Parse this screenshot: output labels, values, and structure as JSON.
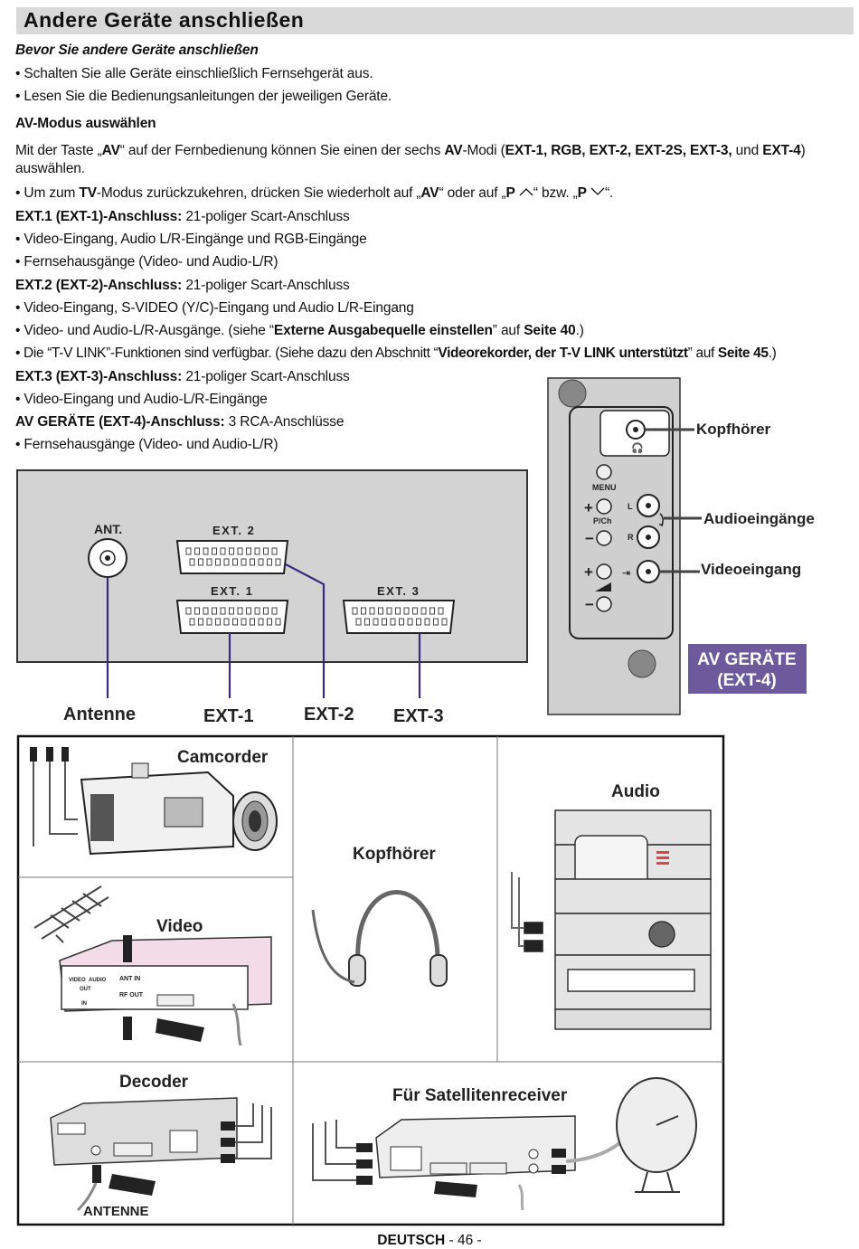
{
  "title": "Andere Geräte anschließen",
  "subtitle": "Bevor Sie andere Geräte anschließen",
  "intro_bullets": [
    "• Schalten Sie alle Geräte einschließlich Fernsehgerät aus.",
    "• Lesen Sie die Bedienungsanleitungen der jeweiligen Geräte."
  ],
  "av_heading": "AV-Modus auswählen",
  "av_text": {
    "a": "Mit der Taste „",
    "b": "AV",
    "c": "“ auf der Fernbedienung können Sie einen der sechs ",
    "d": "AV",
    "e": "-Modi (",
    "f": "EXT-1, RGB, EXT-2, EXT-2S, EXT-3,",
    "g": " und ",
    "h": "EXT-4",
    "i": ")",
    "line2": "auswählen."
  },
  "tv_line": {
    "a": "• Um zum ",
    "b": "TV",
    "c": "-Modus zurückzukehren, drücken Sie wiederholt auf „",
    "d": "AV",
    "e": "“ oder auf „",
    "f": "P",
    "g": "“ bzw. „",
    "h": "P",
    "i": "“."
  },
  "ext1": {
    "heading": "EXT.1 (EXT-1)-Anschluss:",
    "rest": " 21-poliger Scart-Anschluss",
    "bullets": [
      "• Video-Eingang, Audio L/R-Eingänge und RGB-Eingänge",
      "• Fernsehausgänge (Video- und Audio-L/R)"
    ]
  },
  "ext2": {
    "heading": "EXT.2 (EXT-2)-Anschluss:",
    "rest": " 21-poliger Scart-Anschluss",
    "bullet1": "• Video-Eingang, S-VIDEO (Y/C)-Eingang und Audio L/R-Eingang",
    "bullet2": {
      "a": "• Video- und Audio-L/R-Ausgänge. (siehe “",
      "b": "Externe Ausgabequelle einstellen",
      "c": "” auf ",
      "d": "Seite 40",
      "e": ".)"
    },
    "bullet3": {
      "a": "• Die “T-V LINK”-Funktionen sind verfügbar. (Siehe dazu den Abschnitt “",
      "b": "Videorekorder, der T-V LINK unterstützt",
      "c": "” auf ",
      "d": "Seite 45",
      "e": ".)"
    }
  },
  "ext3": {
    "heading": "EXT.3 (EXT-3)-Anschluss:",
    "rest": " 21-poliger Scart-Anschluss",
    "bullets": [
      "• Video-Eingang und Audio-L/R-Eingänge"
    ]
  },
  "ext4": {
    "heading": "AV GERÄTE (EXT-4)-Anschluss:",
    "rest": " 3 RCA-Anschlüsse",
    "bullets": [
      "• Fernsehausgänge (Video- und Audio-L/R)"
    ]
  },
  "rear_panel": {
    "ant": "ANT.",
    "ext2": "EXT. 2",
    "ext1": "EXT. 1",
    "ext3": "EXT. 3",
    "callouts": [
      "Antenne",
      "EXT-1",
      "EXT-2",
      "EXT-3"
    ]
  },
  "side_panel": {
    "kopfhoerer": "Kopfhörer",
    "audioeingaenge": "Audioeingänge",
    "videoeingang": "Videoeingang",
    "menu": "MENU",
    "pch": "P/Ch",
    "l": "L",
    "r": "R",
    "av_label_1": "AV GERÄTE",
    "av_label_2": "(EXT-4)",
    "av_label_color": "#6c5a9c"
  },
  "devices": {
    "camcorder": "Camcorder",
    "kopfhoerer": "Kopfhörer",
    "audio": "Audio",
    "video": "Video",
    "decoder": "Decoder",
    "satellit": "Für Satellitenreceiver",
    "antenne": "ANTENNE",
    "vcr_labels": {
      "video": "VIDEO",
      "audio": "AUDIO",
      "out": "OUT",
      "in": "IN",
      "ant_in": "ANT IN",
      "rf_out": "RF OUT"
    }
  },
  "footer": {
    "lang": "DEUTSCH",
    "page": " - 46 -"
  }
}
